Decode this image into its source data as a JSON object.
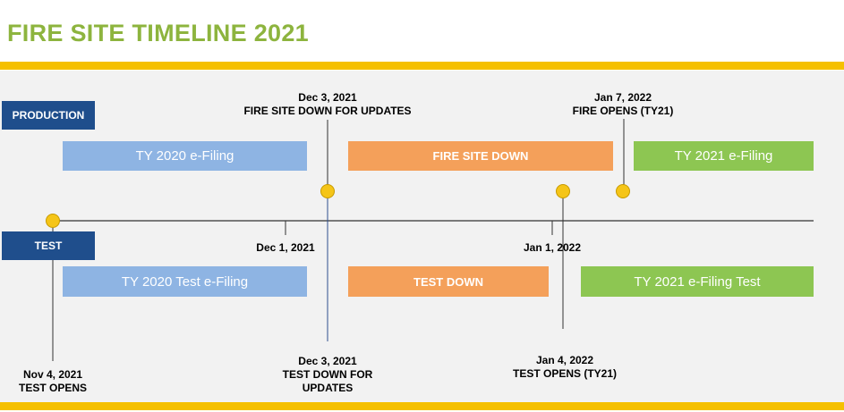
{
  "title": "FIRE SITE TIMELINE 2021",
  "colors": {
    "title": "#8db43e",
    "band": "#f5c000",
    "tag": "#1f4e8c",
    "blue_bar": "#8eb4e3",
    "orange_bar": "#f4a05a",
    "green_bar": "#8dc652",
    "marker": "#f5c518"
  },
  "tags": {
    "production": "PRODUCTION",
    "test": "TEST"
  },
  "production_bars": [
    {
      "label": "TY 2020 e-Filing"
    },
    {
      "label": "FIRE SITE DOWN"
    },
    {
      "label": "TY 2021 e-Filing"
    }
  ],
  "test_bars": [
    {
      "label": "TY 2020 Test e-Filing"
    },
    {
      "label": "TEST DOWN"
    },
    {
      "label": "TY 2021 e-Filing Test"
    }
  ],
  "axis_ticks": {
    "dec1": "Dec 1, 2021",
    "jan1": "Jan 1, 2022"
  },
  "milestones": {
    "fire_down": {
      "date": "Dec 3, 2021",
      "text": "FIRE SITE DOWN FOR UPDATES"
    },
    "fire_opens": {
      "date": "Jan 7, 2022",
      "text": "FIRE OPENS (TY21)"
    },
    "test_opens_nov": {
      "date": "Nov 4, 2021",
      "text": "TEST OPENS"
    },
    "test_down": {
      "date": "Dec 3, 2021",
      "line1": "TEST DOWN FOR",
      "line2": "UPDATES"
    },
    "test_opens_jan": {
      "date": "Jan 4, 2022",
      "text": "TEST OPENS (TY21)"
    }
  }
}
